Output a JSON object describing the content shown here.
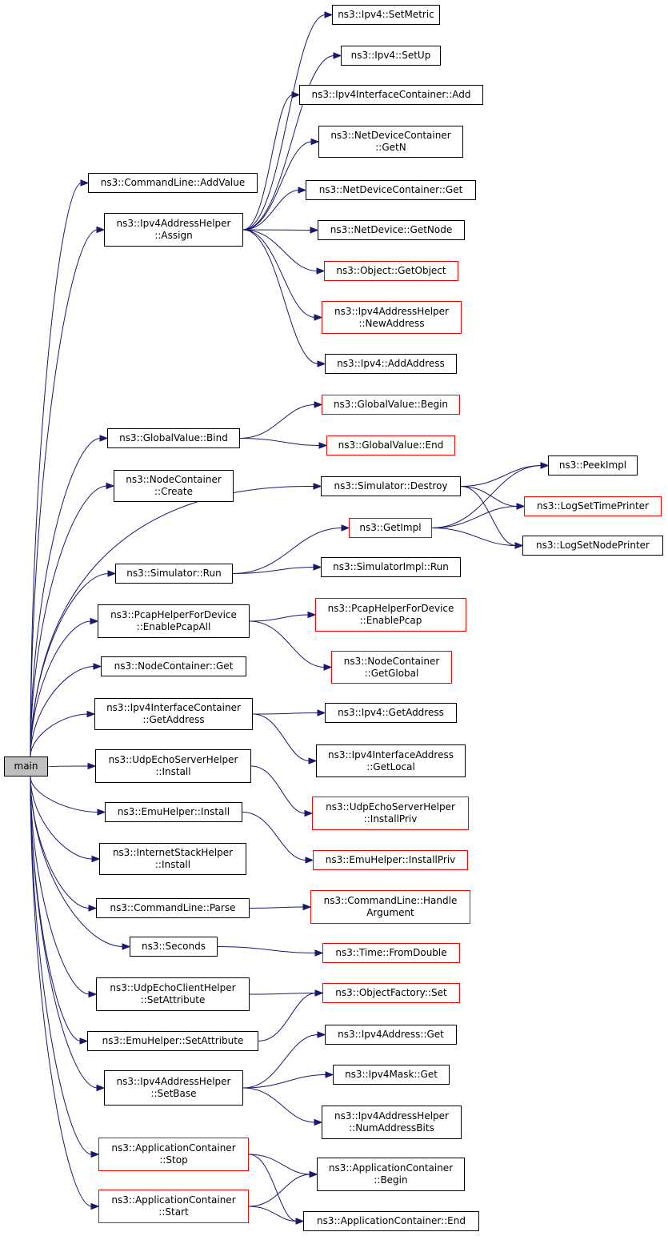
{
  "diagram": {
    "colors": {
      "edge": "#191970",
      "node_border": "#000000",
      "node_border_incomplete": "#ff0000",
      "root_fill": "#bfbfbf"
    },
    "root": {
      "id": "main",
      "lines": [
        "main"
      ]
    },
    "nodes": [
      {
        "id": "setmetric",
        "lines": [
          "ns3::Ipv4::SetMetric"
        ],
        "style": "black"
      },
      {
        "id": "setup",
        "lines": [
          "ns3::Ipv4::SetUp"
        ],
        "style": "black"
      },
      {
        "id": "ifcadd",
        "lines": [
          "ns3::Ipv4InterfaceContainer::Add"
        ],
        "style": "black"
      },
      {
        "id": "ndcgetn",
        "lines": [
          "ns3::NetDeviceContainer",
          "::GetN"
        ],
        "style": "black"
      },
      {
        "id": "cmdaddvalue",
        "lines": [
          "ns3::CommandLine::AddValue"
        ],
        "style": "black"
      },
      {
        "id": "ndcget",
        "lines": [
          "ns3::NetDeviceContainer::Get"
        ],
        "style": "black"
      },
      {
        "id": "assign",
        "lines": [
          "ns3::Ipv4AddressHelper",
          "::Assign"
        ],
        "style": "black"
      },
      {
        "id": "ndgetnode",
        "lines": [
          "ns3::NetDevice::GetNode"
        ],
        "style": "black"
      },
      {
        "id": "getobject",
        "lines": [
          "ns3::Object::GetObject"
        ],
        "style": "red"
      },
      {
        "id": "newaddress",
        "lines": [
          "ns3::Ipv4AddressHelper",
          "::NewAddress"
        ],
        "style": "red"
      },
      {
        "id": "addaddress",
        "lines": [
          "ns3::Ipv4::AddAddress"
        ],
        "style": "black"
      },
      {
        "id": "gvbegin",
        "lines": [
          "ns3::GlobalValue::Begin"
        ],
        "style": "red"
      },
      {
        "id": "gvbind",
        "lines": [
          "ns3::GlobalValue::Bind"
        ],
        "style": "black"
      },
      {
        "id": "gvend",
        "lines": [
          "ns3::GlobalValue::End"
        ],
        "style": "red"
      },
      {
        "id": "peekimpl",
        "lines": [
          "ns3::PeekImpl"
        ],
        "style": "black"
      },
      {
        "id": "nccreate",
        "lines": [
          "ns3::NodeContainer",
          "::Create"
        ],
        "style": "black"
      },
      {
        "id": "simdestroy",
        "lines": [
          "ns3::Simulator::Destroy"
        ],
        "style": "black"
      },
      {
        "id": "logtime",
        "lines": [
          "ns3::LogSetTimePrinter"
        ],
        "style": "red"
      },
      {
        "id": "getimpl",
        "lines": [
          "ns3::GetImpl"
        ],
        "style": "red"
      },
      {
        "id": "lognode",
        "lines": [
          "ns3::LogSetNodePrinter"
        ],
        "style": "black"
      },
      {
        "id": "simrun",
        "lines": [
          "ns3::Simulator::Run"
        ],
        "style": "black"
      },
      {
        "id": "simimplrun",
        "lines": [
          "ns3::SimulatorImpl::Run"
        ],
        "style": "black"
      },
      {
        "id": "pcapall",
        "lines": [
          "ns3::PcapHelperForDevice",
          "::EnablePcapAll"
        ],
        "style": "black"
      },
      {
        "id": "pcap",
        "lines": [
          "ns3::PcapHelperForDevice",
          "::EnablePcap"
        ],
        "style": "red"
      },
      {
        "id": "ncget",
        "lines": [
          "ns3::NodeContainer::Get"
        ],
        "style": "black"
      },
      {
        "id": "ncglobal",
        "lines": [
          "ns3::NodeContainer",
          "::GetGlobal"
        ],
        "style": "red"
      },
      {
        "id": "ifcgetaddr",
        "lines": [
          "ns3::Ipv4InterfaceContainer",
          "::GetAddress"
        ],
        "style": "black"
      },
      {
        "id": "ipv4getaddr",
        "lines": [
          "ns3::Ipv4::GetAddress"
        ],
        "style": "black"
      },
      {
        "id": "ifaddrlocal",
        "lines": [
          "ns3::Ipv4InterfaceAddress",
          "::GetLocal"
        ],
        "style": "black"
      },
      {
        "id": "udpsrvinstall",
        "lines": [
          "ns3::UdpEchoServerHelper",
          "::Install"
        ],
        "style": "black"
      },
      {
        "id": "udpsrvpriv",
        "lines": [
          "ns3::UdpEchoServerHelper",
          "::InstallPriv"
        ],
        "style": "red"
      },
      {
        "id": "emuinstall",
        "lines": [
          "ns3::EmuHelper::Install"
        ],
        "style": "black"
      },
      {
        "id": "emupriv",
        "lines": [
          "ns3::EmuHelper::InstallPriv"
        ],
        "style": "red"
      },
      {
        "id": "inetinstall",
        "lines": [
          "ns3::InternetStackHelper",
          "::Install"
        ],
        "style": "black"
      },
      {
        "id": "cmdparse",
        "lines": [
          "ns3::CommandLine::Parse"
        ],
        "style": "black"
      },
      {
        "id": "cmdhandle",
        "lines": [
          "ns3::CommandLine::Handle",
          "Argument"
        ],
        "style": "red"
      },
      {
        "id": "seconds",
        "lines": [
          "ns3::Seconds"
        ],
        "style": "black"
      },
      {
        "id": "fromdouble",
        "lines": [
          "ns3::Time::FromDouble"
        ],
        "style": "red"
      },
      {
        "id": "udpclisetattr",
        "lines": [
          "ns3::UdpEchoClientHelper",
          "::SetAttribute"
        ],
        "style": "black"
      },
      {
        "id": "ofset",
        "lines": [
          "ns3::ObjectFactory::Set"
        ],
        "style": "red"
      },
      {
        "id": "emusetattr",
        "lines": [
          "ns3::EmuHelper::SetAttribute"
        ],
        "style": "black"
      },
      {
        "id": "ipv4addrget",
        "lines": [
          "ns3::Ipv4Address::Get"
        ],
        "style": "black"
      },
      {
        "id": "setbase",
        "lines": [
          "ns3::Ipv4AddressHelper",
          "::SetBase"
        ],
        "style": "black"
      },
      {
        "id": "maskget",
        "lines": [
          "ns3::Ipv4Mask::Get"
        ],
        "style": "black"
      },
      {
        "id": "numbits",
        "lines": [
          "ns3::Ipv4AddressHelper",
          "::NumAddressBits"
        ],
        "style": "black"
      },
      {
        "id": "acstop",
        "lines": [
          "ns3::ApplicationContainer",
          "::Stop"
        ],
        "style": "red"
      },
      {
        "id": "acbegin",
        "lines": [
          "ns3::ApplicationContainer",
          "::Begin"
        ],
        "style": "black"
      },
      {
        "id": "acstart",
        "lines": [
          "ns3::ApplicationContainer",
          "::Start"
        ],
        "style": "red"
      },
      {
        "id": "acend",
        "lines": [
          "ns3::ApplicationContainer::End"
        ],
        "style": "black"
      }
    ],
    "edges": [
      [
        "main",
        "cmdaddvalue"
      ],
      [
        "main",
        "assign"
      ],
      [
        "main",
        "gvbind"
      ],
      [
        "main",
        "nccreate"
      ],
      [
        "main",
        "simdestroy"
      ],
      [
        "main",
        "simrun"
      ],
      [
        "main",
        "pcapall"
      ],
      [
        "main",
        "ncget"
      ],
      [
        "main",
        "ifcgetaddr"
      ],
      [
        "main",
        "udpsrvinstall"
      ],
      [
        "main",
        "emuinstall"
      ],
      [
        "main",
        "inetinstall"
      ],
      [
        "main",
        "cmdparse"
      ],
      [
        "main",
        "seconds"
      ],
      [
        "main",
        "udpclisetattr"
      ],
      [
        "main",
        "emusetattr"
      ],
      [
        "main",
        "setbase"
      ],
      [
        "main",
        "acstop"
      ],
      [
        "main",
        "acstart"
      ],
      [
        "assign",
        "setmetric"
      ],
      [
        "assign",
        "setup"
      ],
      [
        "assign",
        "ifcadd"
      ],
      [
        "assign",
        "ndcgetn"
      ],
      [
        "assign",
        "ndcget"
      ],
      [
        "assign",
        "ndgetnode"
      ],
      [
        "assign",
        "getobject"
      ],
      [
        "assign",
        "newaddress"
      ],
      [
        "assign",
        "addaddress"
      ],
      [
        "gvbind",
        "gvbegin"
      ],
      [
        "gvbind",
        "gvend"
      ],
      [
        "simdestroy",
        "peekimpl"
      ],
      [
        "simdestroy",
        "logtime"
      ],
      [
        "simdestroy",
        "lognode"
      ],
      [
        "getimpl",
        "peekimpl"
      ],
      [
        "getimpl",
        "logtime"
      ],
      [
        "getimpl",
        "lognode"
      ],
      [
        "simrun",
        "getimpl"
      ],
      [
        "simrun",
        "simimplrun"
      ],
      [
        "pcapall",
        "pcap"
      ],
      [
        "pcapall",
        "ncglobal"
      ],
      [
        "ifcgetaddr",
        "ipv4getaddr"
      ],
      [
        "ifcgetaddr",
        "ifaddrlocal"
      ],
      [
        "udpsrvinstall",
        "udpsrvpriv"
      ],
      [
        "emuinstall",
        "emupriv"
      ],
      [
        "cmdparse",
        "cmdhandle"
      ],
      [
        "seconds",
        "fromdouble"
      ],
      [
        "udpclisetattr",
        "ofset"
      ],
      [
        "emusetattr",
        "ofset"
      ],
      [
        "setbase",
        "ipv4addrget"
      ],
      [
        "setbase",
        "maskget"
      ],
      [
        "setbase",
        "numbits"
      ],
      [
        "acstop",
        "acbegin"
      ],
      [
        "acstop",
        "acend"
      ],
      [
        "acstart",
        "acbegin"
      ],
      [
        "acstart",
        "acend"
      ]
    ]
  }
}
